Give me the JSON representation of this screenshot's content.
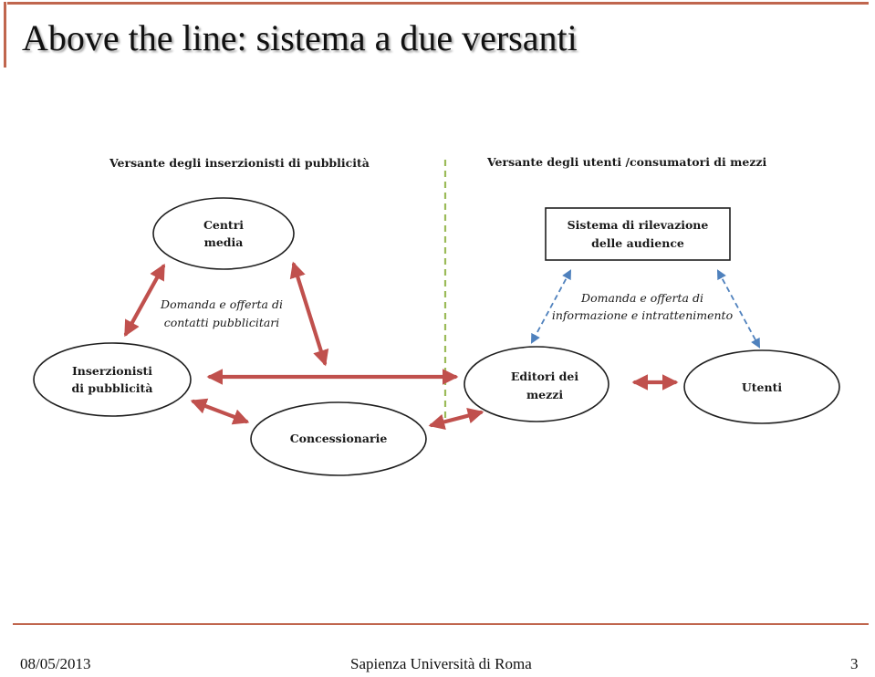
{
  "slide": {
    "title": "Above the line: sistema a due versanti",
    "accent_color": "#c0664e"
  },
  "diagram": {
    "left_side_heading": "Versante degli inserzionisti di pubblicità",
    "right_side_heading": "Versante degli utenti /consumatori di mezzi",
    "nodes": {
      "centri_media": [
        "Centri",
        "media"
      ],
      "inserzionisti": [
        "Inserzionisti",
        "di pubblicità"
      ],
      "concessionarie": [
        "Concessionarie"
      ],
      "sistema": [
        "Sistema di rilevazione",
        "delle audience"
      ],
      "editori": [
        "Editori dei",
        "mezzi"
      ],
      "utenti": [
        "Utenti"
      ]
    },
    "annotations": {
      "left": [
        "Domanda e offerta di",
        "contatti pubblicitari"
      ],
      "right": [
        "Domanda e offerta di",
        "informazione e intrattenimento"
      ]
    },
    "colors": {
      "solid_arrow": "#c0504d",
      "dashed_arrow": "#4f81bd",
      "divider": "#9bbb59"
    }
  },
  "footer": {
    "date": "08/05/2013",
    "institution": "Sapienza Università di Roma",
    "page": "3"
  }
}
